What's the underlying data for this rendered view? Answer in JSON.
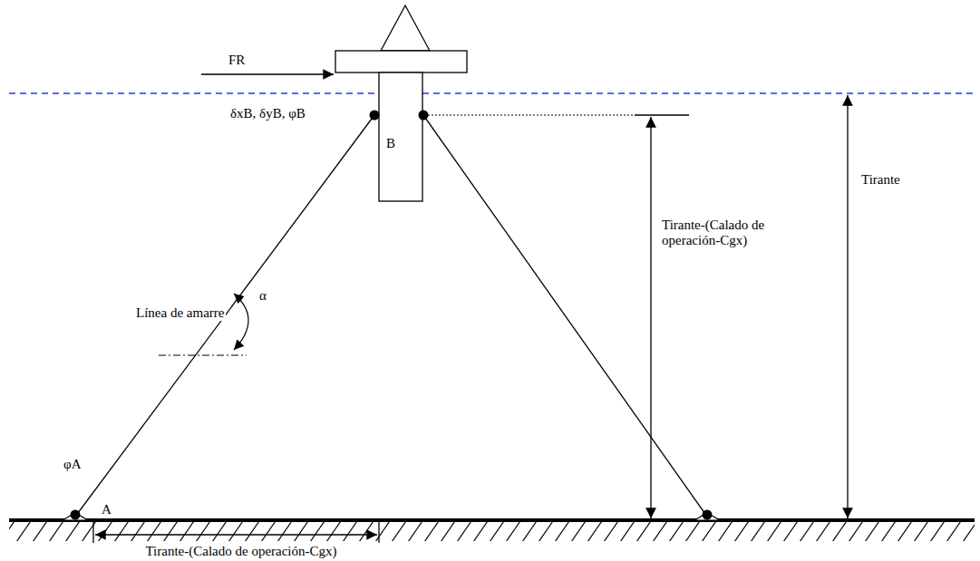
{
  "diagram": {
    "labels": [
      "FR",
      "δxB, δyB, φB",
      "B",
      "Línea de amarre",
      "α",
      "φA",
      "A",
      "Tirante-(Calado de operación-Cgx)",
      "Tirante",
      "Tirante-(Calado de operación-Cgx)"
    ]
  }
}
